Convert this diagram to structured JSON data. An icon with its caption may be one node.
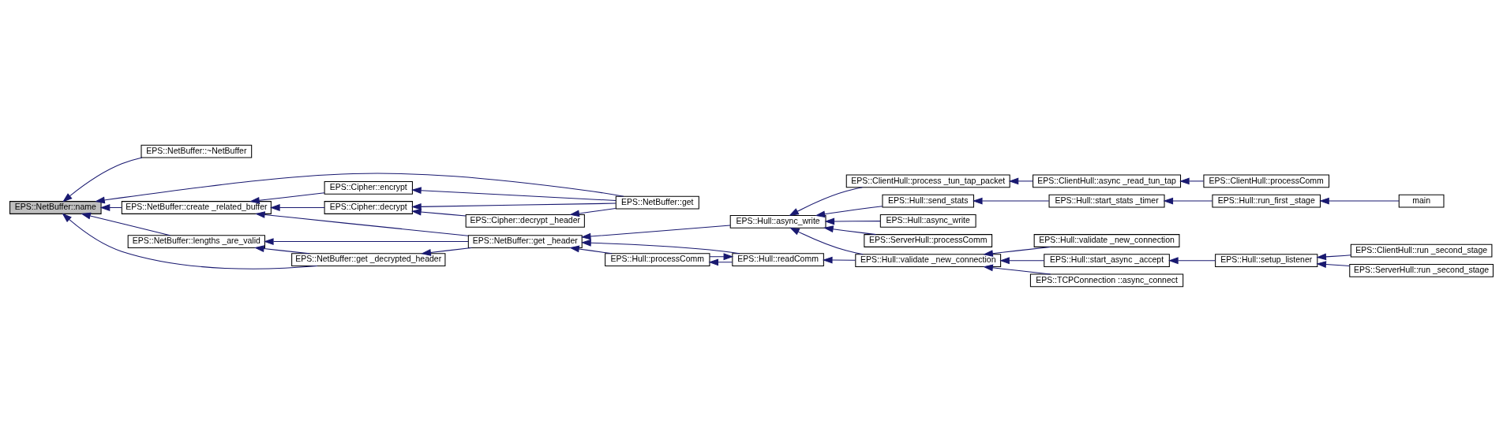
{
  "diagram": {
    "nodes": [
      {
        "text": [
          "EPS::NetBuffer::name"
        ]
      },
      {
        "text": [
          "EPS::NetBuffer::~NetBuffer"
        ]
      },
      {
        "text": [
          "EPS::NetBuffer::create _related_buffer"
        ]
      },
      {
        "text": [
          "EPS::NetBuffer::lengths _are_valid"
        ]
      },
      {
        "text": [
          "EPS::Cipher::encrypt"
        ]
      },
      {
        "text": [
          "EPS::Cipher::decrypt"
        ]
      },
      {
        "text": [
          "EPS::Cipher::decrypt _header"
        ]
      },
      {
        "text": [
          "EPS::NetBuffer::get _decrypted_header"
        ]
      },
      {
        "text": [
          "EPS::NetBuffer::get"
        ]
      },
      {
        "text": [
          "EPS::NetBuffer::get _header"
        ]
      },
      {
        "text": [
          "EPS::Hull::readComm"
        ]
      },
      {
        "text": [
          "EPS::Hull::async_write"
        ]
      },
      {
        "text": [
          "EPS::Hull::processComm"
        ]
      },
      {
        "text": [
          "EPS::Hull::validate _new_connection"
        ]
      },
      {
        "text": [
          "EPS::ClientHull::process _tun_tap_packet"
        ]
      },
      {
        "text": [
          "EPS::Hull::send_stats"
        ]
      },
      {
        "text": [
          "EPS::Hull::async_write"
        ]
      },
      {
        "text": [
          "EPS::ServerHull::processComm"
        ]
      },
      {
        "text": [
          "EPS::Hull::validate _new_connection"
        ]
      },
      {
        "text": [
          "EPS::Hull::start_async _accept"
        ]
      },
      {
        "text": [
          "EPS::TCPConnection ::async_connect"
        ]
      },
      {
        "text": [
          "EPS::ClientHull::async _read_tun_tap"
        ]
      },
      {
        "text": [
          "EPS::Hull::start_stats _timer"
        ]
      },
      {
        "text": [
          "EPS::Hull::setup_listener"
        ]
      },
      {
        "text": [
          "EPS::ClientHull::processComm"
        ]
      },
      {
        "text": [
          "EPS::Hull::run_first _stage"
        ]
      },
      {
        "text": [
          "EPS::ClientHull::run _second_stage"
        ]
      },
      {
        "text": [
          "EPS::ServerHull::run _second_stage"
        ]
      },
      {
        "text": [
          "main"
        ]
      }
    ],
    "edges": [
      {
        "from": 1,
        "to": 0,
        "arrow": "to"
      },
      {
        "from": 8,
        "to": 0,
        "arrow": "to"
      },
      {
        "from": 2,
        "to": 0,
        "arrow": "to"
      },
      {
        "from": 7,
        "to": 0,
        "arrow": "to"
      },
      {
        "from": 3,
        "to": 0,
        "arrow": "to"
      },
      {
        "from": 4,
        "to": 2,
        "arrow": "to"
      },
      {
        "from": 5,
        "to": 2,
        "arrow": "to"
      },
      {
        "from": 9,
        "to": 2,
        "arrow": "to"
      },
      {
        "from": 8,
        "to": 4,
        "arrow": "to"
      },
      {
        "from": 8,
        "to": 5,
        "arrow": "to"
      },
      {
        "from": 6,
        "to": 5,
        "arrow": "to"
      },
      {
        "from": 8,
        "to": 6,
        "arrow": "to"
      },
      {
        "from": 9,
        "to": 7,
        "arrow": "to"
      },
      {
        "from": 7,
        "to": 3,
        "arrow": "to"
      },
      {
        "from": 9,
        "to": 3,
        "arrow": "to"
      },
      {
        "from": 12,
        "to": 9,
        "arrow": "to"
      },
      {
        "from": 10,
        "to": 9,
        "arrow": "to"
      },
      {
        "from": 11,
        "to": 9,
        "arrow": "to"
      },
      {
        "from": 10,
        "to": 12,
        "arrow": "to"
      },
      {
        "from": 12,
        "to": 10,
        "arrow": "to"
      },
      {
        "from": 13,
        "to": 10,
        "arrow": "to"
      },
      {
        "from": 13,
        "to": 11,
        "arrow": "to"
      },
      {
        "from": 14,
        "to": 11,
        "arrow": "to"
      },
      {
        "from": 15,
        "to": 11,
        "arrow": "to"
      },
      {
        "from": 16,
        "to": 11,
        "arrow": "to"
      },
      {
        "from": 17,
        "to": 11,
        "arrow": "to"
      },
      {
        "from": 18,
        "to": 13,
        "arrow": "to"
      },
      {
        "from": 19,
        "to": 13,
        "arrow": "to"
      },
      {
        "from": 20,
        "to": 13,
        "arrow": "to"
      },
      {
        "from": 23,
        "to": 19,
        "arrow": "to"
      },
      {
        "from": 21,
        "to": 14,
        "arrow": "to"
      },
      {
        "from": 22,
        "to": 15,
        "arrow": "to"
      },
      {
        "from": 26,
        "to": 23,
        "arrow": "to"
      },
      {
        "from": 27,
        "to": 23,
        "arrow": "to"
      },
      {
        "from": 24,
        "to": 21,
        "arrow": "to"
      },
      {
        "from": 25,
        "to": 22,
        "arrow": "to"
      },
      {
        "from": 28,
        "to": 25,
        "arrow": "to"
      }
    ]
  }
}
